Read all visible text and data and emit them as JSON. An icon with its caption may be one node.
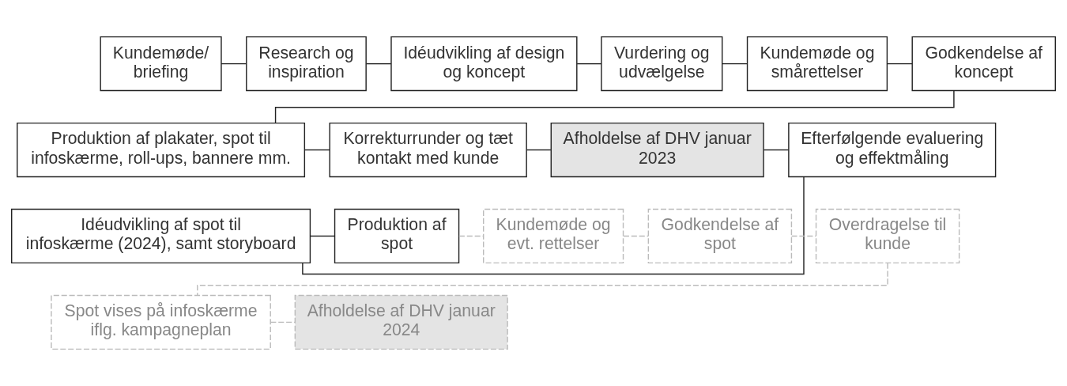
{
  "diagram": {
    "nodes": [
      {
        "text": [
          "Kundemøde/ briefing"
        ]
      },
      {
        "text": [
          "Research og inspiration"
        ]
      },
      {
        "text": [
          "Idéudvikling af design og koncept"
        ]
      },
      {
        "text": [
          "Vurdering og udvælgelse"
        ]
      },
      {
        "text": [
          "Kundemøde og smårettelser"
        ]
      },
      {
        "text": [
          "Godkendelse af koncept"
        ]
      },
      {
        "text": [
          "Produktion af plakater, spot til infoskærme, roll-ups, bannere mm."
        ]
      },
      {
        "text": [
          "Korrekturrunder og tæt kontakt med kunde"
        ]
      },
      {
        "text": [
          "Afholdelse af DHV januar 2023"
        ]
      },
      {
        "text": [
          "Efterfølgende evaluering og effektmåling"
        ]
      },
      {
        "text": [
          "Idéudvikling af spot til infoskærme (2024), samt storyboard"
        ]
      },
      {
        "text": [
          "Produktion af spot"
        ]
      },
      {
        "text": [
          "Kundemøde og evt. rettelser"
        ]
      },
      {
        "text": [
          "Godkendelse af spot"
        ]
      },
      {
        "text": [
          "Overdragelse til kunde"
        ]
      },
      {
        "text": [
          "Spot vises på infoskærme iflg. kampagneplan"
        ]
      },
      {
        "text": [
          "Afholdelse af DHV januar 2024"
        ]
      }
    ],
    "edges": [
      {
        "from": 0,
        "to": 1,
        "arrow": "none"
      },
      {
        "from": 1,
        "to": 2,
        "arrow": "none"
      },
      {
        "from": 2,
        "to": 3,
        "arrow": "none"
      },
      {
        "from": 3,
        "to": 4,
        "arrow": "none"
      },
      {
        "from": 4,
        "to": 5,
        "arrow": "none"
      },
      {
        "from": 5,
        "to": 6,
        "arrow": "none"
      },
      {
        "from": 6,
        "to": 7,
        "arrow": "none"
      },
      {
        "from": 7,
        "to": 8,
        "arrow": "none"
      },
      {
        "from": 8,
        "to": 9,
        "arrow": "none"
      },
      {
        "from": 9,
        "to": 10,
        "arrow": "none"
      },
      {
        "from": 10,
        "to": 11,
        "arrow": "none"
      },
      {
        "from": 11,
        "to": 12,
        "arrow": "none",
        "style": "dashed",
        "color": "#bbbbbb"
      },
      {
        "from": 12,
        "to": 13,
        "arrow": "none",
        "style": "dashed",
        "color": "#bbbbbb"
      },
      {
        "from": 13,
        "to": 14,
        "arrow": "none",
        "style": "dashed",
        "color": "#bbbbbb"
      },
      {
        "from": 14,
        "to": 15,
        "arrow": "none",
        "style": "dashed",
        "color": "#bbbbbb"
      },
      {
        "from": 15,
        "to": 16,
        "arrow": "none",
        "style": "dashed",
        "color": "#bbbbbb"
      }
    ]
  }
}
